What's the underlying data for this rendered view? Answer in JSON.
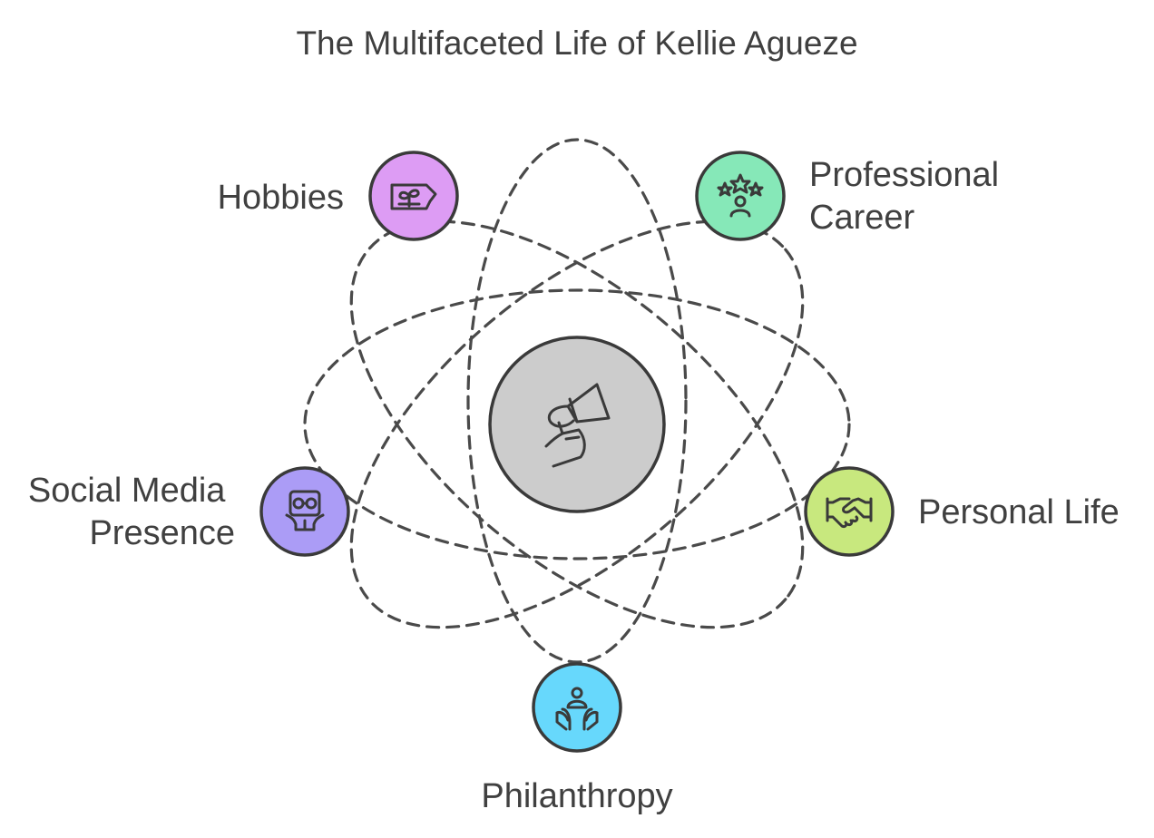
{
  "title": "The Multifaceted Life of Kellie Agueze",
  "center": {
    "icon": "megaphone-icon",
    "color": "#cccccc"
  },
  "nodes": [
    {
      "id": "hobbies",
      "lines": [
        "Hobbies"
      ],
      "icon": "plant-ticket-icon",
      "color": "#dd9cf4"
    },
    {
      "id": "professional-career",
      "lines": [
        "Professional",
        "Career"
      ],
      "icon": "stars-person-icon",
      "color": "#86e8b8"
    },
    {
      "id": "social-media-presence",
      "lines": [
        "Social Media",
        "Presence"
      ],
      "icon": "social-glasses-icon",
      "color": "#ab9cf6"
    },
    {
      "id": "personal-life",
      "lines": [
        "Personal Life"
      ],
      "icon": "handshake-icon",
      "color": "#c8e87e"
    },
    {
      "id": "philanthropy",
      "lines": [
        "Philanthropy"
      ],
      "icon": "caring-hands-icon",
      "color": "#67d8fc"
    }
  ]
}
